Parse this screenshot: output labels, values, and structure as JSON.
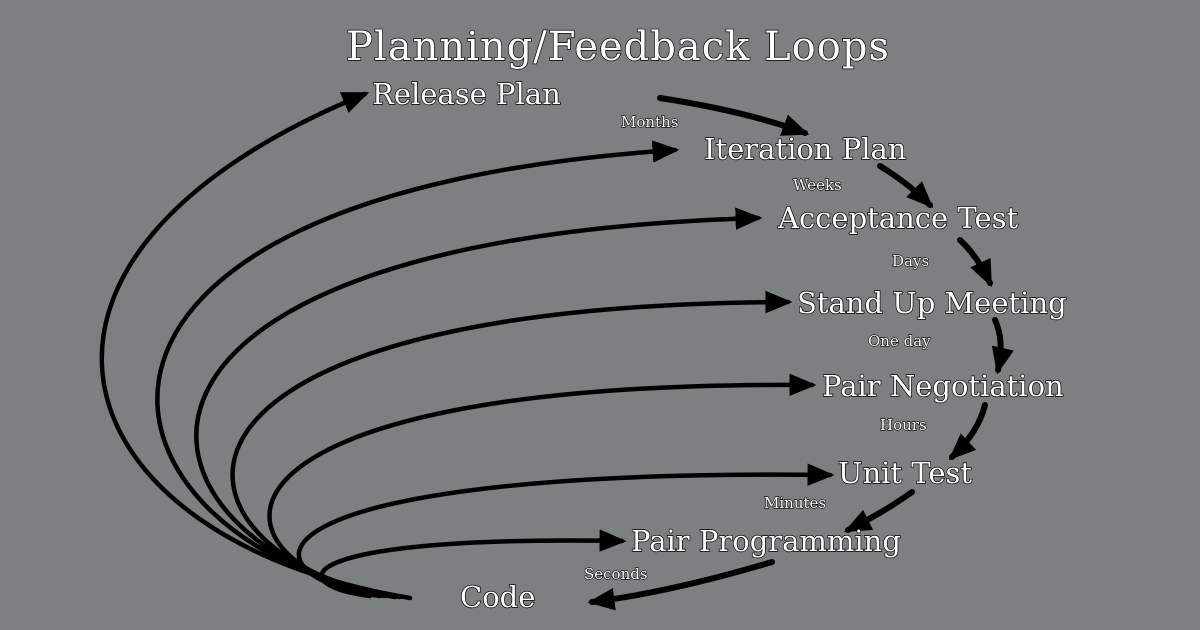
{
  "title": "Planning/Feedback Loops",
  "stages": [
    "Release Plan",
    "Iteration Plan",
    "Acceptance Test",
    "Stand Up Meeting",
    "Pair Negotiation",
    "Unit Test",
    "Pair Programming",
    "Code"
  ],
  "intervals": [
    "Months",
    "Weeks",
    "Days",
    "One day",
    "Hours",
    "Minutes",
    "Seconds"
  ]
}
